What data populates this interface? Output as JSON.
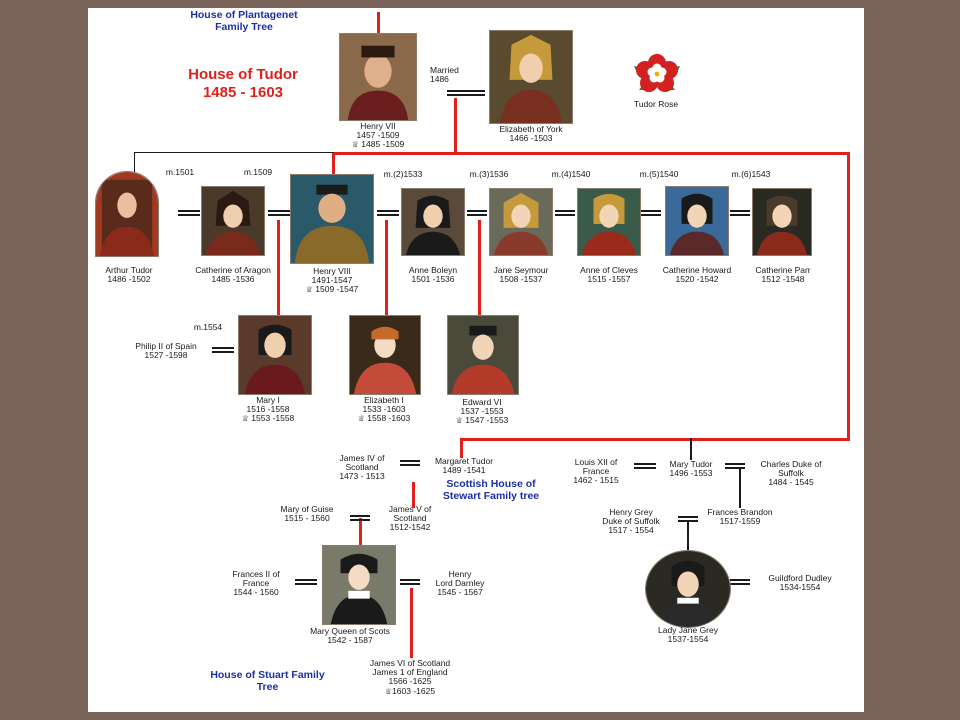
{
  "headings": {
    "plantagenet": "House of Plantagenet Family Tree",
    "tudor_title": "House of Tudor",
    "tudor_years": "1485 - 1603",
    "stewart": "Scottish House of Stewart Family tree",
    "stuart": "House of Stuart Family Tree"
  },
  "rose_label": "Tudor Rose",
  "colors": {
    "line_red": "#e0211b",
    "heading_blue": "#1c2fa8",
    "frame": "#7a6358"
  },
  "marriages": {
    "m1486": "Married 1486",
    "m1501": "m.1501",
    "m1509": "m.1509",
    "m1533": "m.(2)1533",
    "m1536": "m.(3)1536",
    "m1540a": "m.(4)1540",
    "m1540b": "m.(5)1540",
    "m1543": "m.(6)1543",
    "m1554": "m.1554"
  },
  "people": {
    "henry7": {
      "name": "Henry VII",
      "dates": "1457 -1509",
      "reign": "1485 -1509"
    },
    "elizabeth_york": {
      "name": "Elizabeth of York",
      "dates": "1466 -1503"
    },
    "arthur": {
      "name": "Arthur Tudor",
      "dates": "1486 -1502"
    },
    "catherine_aragon": {
      "name": "Catherine of Aragon",
      "dates": "1485 -1536"
    },
    "henry8": {
      "name": "Henry VIII",
      "dates": "1491-1547",
      "reign": "1509 -1547"
    },
    "anne_boleyn": {
      "name": "Anne Boleyn",
      "dates": "1501 -1536"
    },
    "jane_seymour": {
      "name": "Jane Seymour",
      "dates": "1508 -1537"
    },
    "anne_cleves": {
      "name": "Anne of Cleves",
      "dates": "1515 -1557"
    },
    "catherine_howard": {
      "name": "Catherine Howard",
      "dates": "1520 -1542"
    },
    "catherine_parr": {
      "name": "Catherine Parr",
      "dates": "1512 -1548"
    },
    "philip2": {
      "name": "Philip II of Spain",
      "dates": "1527 -1598"
    },
    "mary1": {
      "name": "Mary I",
      "dates": "1516 -1558",
      "reign": "1553 -1558"
    },
    "elizabeth1": {
      "name": "Elizabeth I",
      "dates": "1533 -1603",
      "reign": "1558 -1603"
    },
    "edward6": {
      "name": "Edward VI",
      "dates": "1537 -1553",
      "reign": "1547 -1553"
    },
    "james4": {
      "line1": "James IV of",
      "line2": "Scotland",
      "dates": "1473 - 1513"
    },
    "margaret": {
      "name": "Margaret Tudor",
      "dates": "1489 -1541"
    },
    "louis12": {
      "line1": "Louis XII of",
      "line2": "France",
      "dates": "1462 - 1515"
    },
    "mary_tudor": {
      "name": "Mary Tudor",
      "dates": "1496 -1553"
    },
    "charles": {
      "line1": "Charles Duke of",
      "line2": "Suffolk",
      "dates": "1484 - 1545"
    },
    "mary_guise": {
      "name": "Mary of Guise",
      "dates": "1515 - 1560"
    },
    "james5": {
      "line1": "James V of",
      "line2": "Scotland",
      "dates": "1512-1542"
    },
    "henry_grey": {
      "line1": "Henry Grey",
      "line2": "Duke of Suffolk",
      "dates": "1517 - 1554"
    },
    "frances": {
      "name": "Frances Brandon",
      "dates": "1517-1559"
    },
    "francis2": {
      "line1": "Frances II  of",
      "line2": "France",
      "dates": "1544 - 1560"
    },
    "mary_scots": {
      "name": "Mary Queen of Scots",
      "dates": "1542 - 1587"
    },
    "darnley": {
      "line1": "Henry",
      "line2": "Lord Darnley",
      "dates": "1545 - 1567"
    },
    "jane_grey": {
      "name": "Lady Jane Grey",
      "dates": "1537-1554"
    },
    "guildford": {
      "name": "Guildford Dudley",
      "dates": "1534-1554"
    },
    "james6": {
      "line1": "James VI of Scotland",
      "line2": "James 1 of England",
      "dates": "1566 -1625",
      "reign": "1603 -1625"
    }
  }
}
